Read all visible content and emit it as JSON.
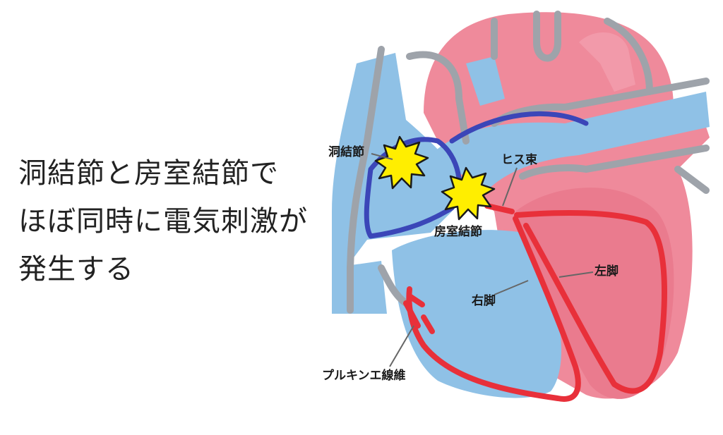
{
  "caption": {
    "lines": [
      "洞結節と房室結節で",
      "ほぼ同時に電気刺激が",
      "発生する"
    ]
  },
  "labels": {
    "sa_node": "洞結節",
    "av_node": "房室結節",
    "his_bundle": "ヒス束",
    "left_branch": "左脚",
    "right_branch": "右脚",
    "purkinje": "プルキンエ線維"
  },
  "colors": {
    "blood_deoxygenated": "#8fc1e6",
    "blood_oxygenated": "#ef8a9b",
    "vessel_outline": "#9ea3aa",
    "conduction": "#e8303a",
    "sa_pathway": "#3b46b8",
    "spark": "#ffee00"
  },
  "icons": [
    "spark-icon",
    "spark-icon"
  ]
}
